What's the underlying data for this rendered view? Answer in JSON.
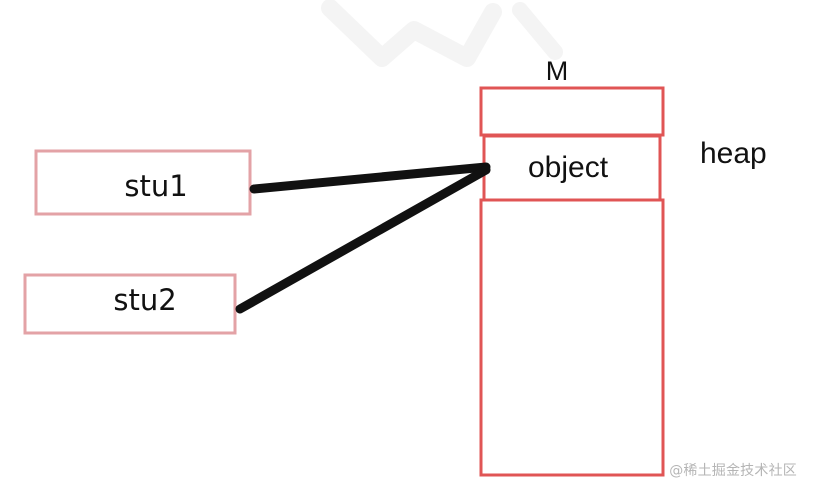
{
  "diagram": {
    "memory_label": "M",
    "heap_label": "heap",
    "object_label": "object",
    "variables": [
      {
        "id": "stu1",
        "label": "stu1"
      },
      {
        "id": "stu2",
        "label": "stu2"
      }
    ],
    "credit": "@稀土掘金技术社区",
    "colors": {
      "heap_border": "#e05555",
      "variable_border": "#e3a2a6",
      "reference_line": "#111111",
      "watermark": "#eeeeee",
      "credit": "#b5b5b5"
    }
  }
}
